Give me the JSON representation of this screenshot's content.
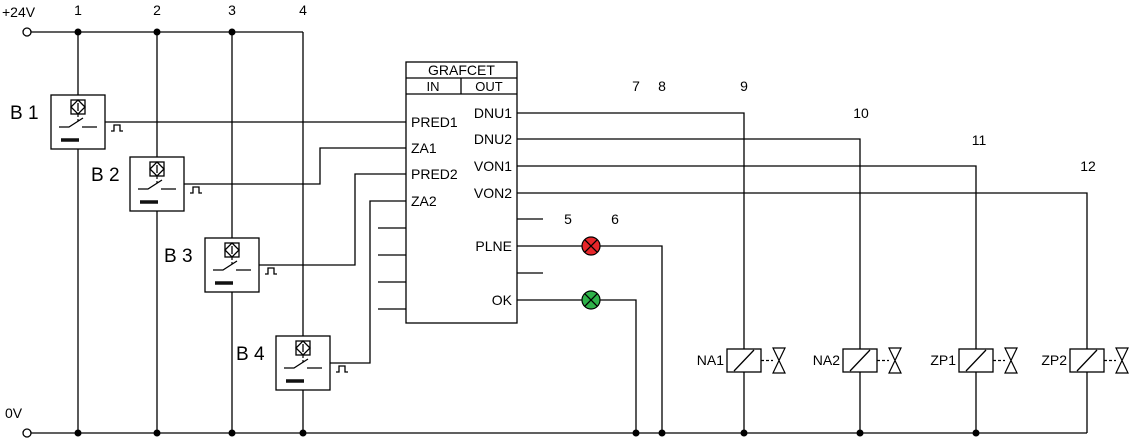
{
  "supply": {
    "positive_label": "+24V",
    "ground_label": "0V"
  },
  "nodes": {
    "n1": "1",
    "n2": "2",
    "n3": "3",
    "n4": "4",
    "n5": "5",
    "n6": "6",
    "n7": "7",
    "n8": "8",
    "n9": "9",
    "n10": "10",
    "n11": "11",
    "n12": "12"
  },
  "sensors": [
    {
      "label": "B 1",
      "icon": "inductive-proximity-sensor-icon"
    },
    {
      "label": "B 2",
      "icon": "inductive-proximity-sensor-icon"
    },
    {
      "label": "B 3",
      "icon": "inductive-proximity-sensor-icon"
    },
    {
      "label": "B 4",
      "icon": "inductive-proximity-sensor-icon"
    }
  ],
  "grafcet": {
    "title": "GRAFCET",
    "in_label": "IN",
    "out_label": "OUT",
    "inputs": [
      "PRED1",
      "ZA1",
      "PRED2",
      "ZA2"
    ],
    "outputs": {
      "dnu1": "DNU1",
      "dnu2": "DNU2",
      "von1": "VON1",
      "von2": "VON2",
      "plne": "PLNE",
      "ok": "OK"
    }
  },
  "lamps": [
    {
      "icon": "indicator-lamp-icon",
      "color": "#e8262a"
    },
    {
      "icon": "indicator-lamp-icon",
      "color": "#2fb24a"
    }
  ],
  "actuators": [
    {
      "label": "NA1",
      "icon": "solenoid-coil-icon"
    },
    {
      "label": "NA2",
      "icon": "solenoid-coil-icon"
    },
    {
      "label": "ZP1",
      "icon": "solenoid-coil-icon"
    },
    {
      "label": "ZP2",
      "icon": "solenoid-coil-icon"
    }
  ]
}
